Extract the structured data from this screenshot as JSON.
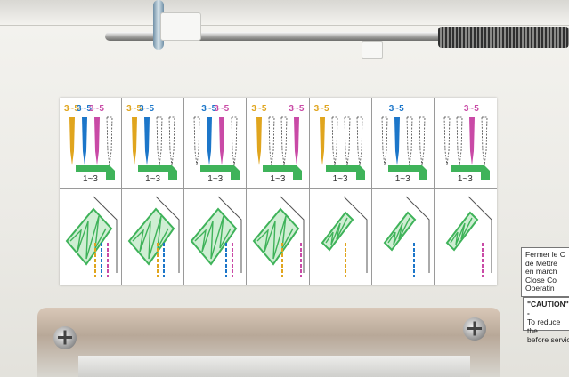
{
  "chart_rows": {
    "top_cells": [
      {
        "needles": [
          {
            "label": "3~5",
            "color": "#e0a51e"
          },
          {
            "label": "3~5",
            "color": "#1c76c9"
          },
          {
            "label": "3~5",
            "color": "#c94aa6"
          },
          {
            "label": "",
            "color": "dashed"
          }
        ],
        "range": "1~3"
      },
      {
        "needles": [
          {
            "label": "3~5",
            "color": "#e0a51e"
          },
          {
            "label": "3~5",
            "color": "#1c76c9"
          },
          {
            "label": "",
            "color": "dashed"
          },
          {
            "label": "",
            "color": "dashed"
          }
        ],
        "range": "1~3"
      },
      {
        "needles": [
          {
            "label": "",
            "color": "dashed"
          },
          {
            "label": "3~5",
            "color": "#1c76c9"
          },
          {
            "label": "3~5",
            "color": "#c94aa6"
          },
          {
            "label": "",
            "color": "dashed"
          }
        ],
        "range": "1~3"
      },
      {
        "needles": [
          {
            "label": "3~5",
            "color": "#e0a51e"
          },
          {
            "label": "",
            "color": "dashed"
          },
          {
            "label": "",
            "color": "dashed"
          },
          {
            "label": "3~5",
            "color": "#c94aa6"
          }
        ],
        "range": "1~3"
      },
      {
        "needles": [
          {
            "label": "3~5",
            "color": "#e0a51e"
          },
          {
            "label": "",
            "color": "dashed"
          },
          {
            "label": "",
            "color": "dashed"
          },
          {
            "label": "",
            "color": "dashed"
          }
        ],
        "range": "1~3"
      },
      {
        "needles": [
          {
            "label": "",
            "color": "dashed"
          },
          {
            "label": "3~5",
            "color": "#1c76c9"
          },
          {
            "label": "",
            "color": "dashed"
          },
          {
            "label": "",
            "color": "dashed"
          }
        ],
        "range": "1~3"
      },
      {
        "needles": [
          {
            "label": "",
            "color": "dashed"
          },
          {
            "label": "",
            "color": "dashed"
          },
          {
            "label": "3~5",
            "color": "#c94aa6"
          },
          {
            "label": "",
            "color": "dashed"
          }
        ],
        "range": "1~3"
      }
    ]
  },
  "side_label": {
    "lines": [
      "Fermer le C",
      "de Mettre",
      "en march",
      "Close Co",
      "Operatin"
    ]
  },
  "caution_label": {
    "lines": [
      "\"CAUTION\" -",
      "To reduce the",
      "before servic"
    ]
  }
}
